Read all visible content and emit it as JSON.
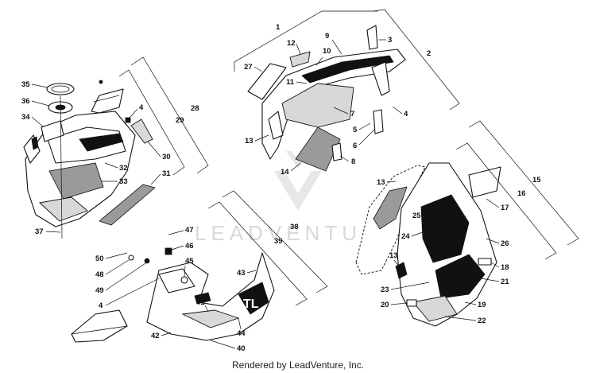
{
  "watermark": {
    "text": "LEADVENTURE"
  },
  "footer": {
    "text": "Rendered by LeadVenture, Inc."
  },
  "callouts": {
    "c1": "1",
    "c2": "2",
    "c3": "3",
    "c4a": "4",
    "c4b": "4",
    "c4c": "4",
    "c5": "5",
    "c6": "6",
    "c7": "7",
    "c8": "8",
    "c9": "9",
    "c10": "10",
    "c11": "11",
    "c12": "12",
    "c13a": "13",
    "c13b": "13",
    "c13c": "13",
    "c14": "14",
    "c15": "15",
    "c16": "16",
    "c17": "17",
    "c18": "18",
    "c19": "19",
    "c20": "20",
    "c21": "21",
    "c22": "22",
    "c23": "23",
    "c24": "24",
    "c25": "25",
    "c26": "26",
    "c27": "27",
    "c28": "28",
    "c29": "29",
    "c30": "30",
    "c31": "31",
    "c32": "32",
    "c33": "33",
    "c34": "34",
    "c35": "35",
    "c36": "36",
    "c37": "37",
    "c38": "38",
    "c39": "39",
    "c40": "40",
    "c41": "41",
    "c42": "42",
    "c43": "43",
    "c44": "44",
    "c45": "45",
    "c46": "46",
    "c47": "47",
    "c48": "48",
    "c49": "49",
    "c50": "50"
  },
  "decals": {
    "tl": "TL"
  }
}
